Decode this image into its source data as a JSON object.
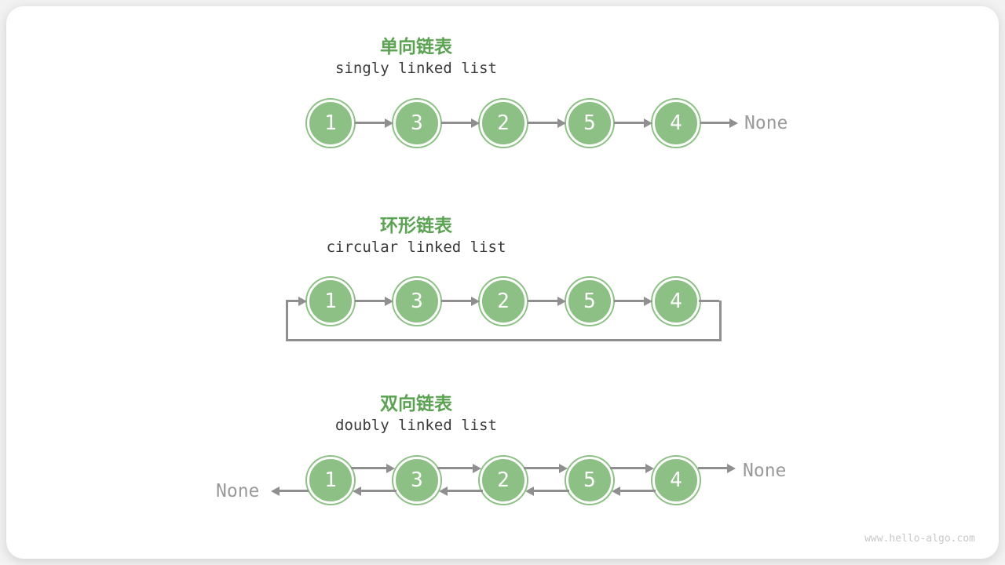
{
  "colors": {
    "title_green": "#5BA352",
    "node_green": "#8CC084",
    "arrow_gray": "#8F8F8F",
    "none_gray": "#9A9A9A"
  },
  "watermark": "www.hello-algo.com",
  "sections": {
    "singly": {
      "title": "单向链表",
      "subtitle": "singly linked list",
      "nodes": [
        "1",
        "3",
        "2",
        "5",
        "4"
      ],
      "tail_label": "None"
    },
    "circular": {
      "title": "环形链表",
      "subtitle": "circular linked list",
      "nodes": [
        "1",
        "3",
        "2",
        "5",
        "4"
      ]
    },
    "doubly": {
      "title": "双向链表",
      "subtitle": "doubly linked list",
      "nodes": [
        "1",
        "3",
        "2",
        "5",
        "4"
      ],
      "head_label": "None",
      "tail_label": "None"
    }
  }
}
